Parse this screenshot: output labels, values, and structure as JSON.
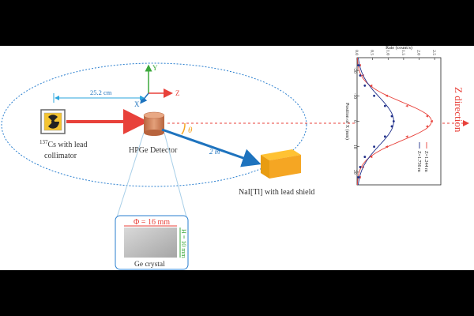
{
  "diagram": {
    "distance_label": "25.2 cm",
    "axis_y": "Y",
    "axis_z": "Z",
    "axis_x": "X",
    "theta": "θ",
    "distance_2m": "2 m",
    "source_label_sup": "137",
    "source_label_line1": "Cs with lead",
    "source_label_line2": "collimator",
    "detector_label": "HPGe Detector",
    "nai_label": "NaI[Tl] with lead shield",
    "crystal_phi": "Φ = 16 mm",
    "crystal_h": "H = 10 mm",
    "crystal_label": "Ge crystal",
    "z_direction": "Z direction",
    "colors": {
      "red": "#e8413a",
      "blue": "#1e73be",
      "orange": "#f5a623",
      "green": "#3aa83a",
      "cyan": "#2aa6de"
    }
  },
  "chart_data": {
    "type": "line",
    "title": "",
    "xlabel": "Position of X (mm)",
    "ylabel": "Rate (count/s)",
    "xlim": [
      -25,
      25
    ],
    "ylim": [
      0,
      2.7
    ],
    "xticks": [
      -20,
      -10,
      0,
      10,
      20
    ],
    "xtick_labels": [
      "-20",
      "-10",
      "0",
      "10",
      "20"
    ],
    "yticks": [
      0,
      0.5,
      1.0,
      1.5,
      2.0,
      2.5
    ],
    "ytick_labels": [
      "0.0",
      "0.5",
      "1.0",
      "1.5",
      "2.0",
      "2.5"
    ],
    "legend": "bottom-right",
    "series": [
      {
        "name": "Z=1.244 m",
        "color": "#e8413a",
        "x": [
          -22,
          -18,
          -14,
          -10,
          -6,
          -2,
          0,
          2,
          6,
          10,
          14,
          18,
          22
        ],
        "y": [
          0.08,
          0.18,
          0.45,
          0.95,
          1.6,
          2.25,
          2.4,
          2.25,
          1.6,
          0.95,
          0.45,
          0.18,
          0.08
        ],
        "marker": "triangle"
      },
      {
        "name": "Z=1.736 m",
        "color": "#1f2f8a",
        "x": [
          -22,
          -18,
          -14,
          -10,
          -6,
          -2,
          0,
          2,
          6,
          10,
          14,
          18,
          22
        ],
        "y": [
          0.04,
          0.1,
          0.25,
          0.55,
          0.9,
          1.12,
          1.18,
          1.12,
          0.9,
          0.55,
          0.25,
          0.1,
          0.04
        ],
        "marker": "circle"
      }
    ]
  }
}
